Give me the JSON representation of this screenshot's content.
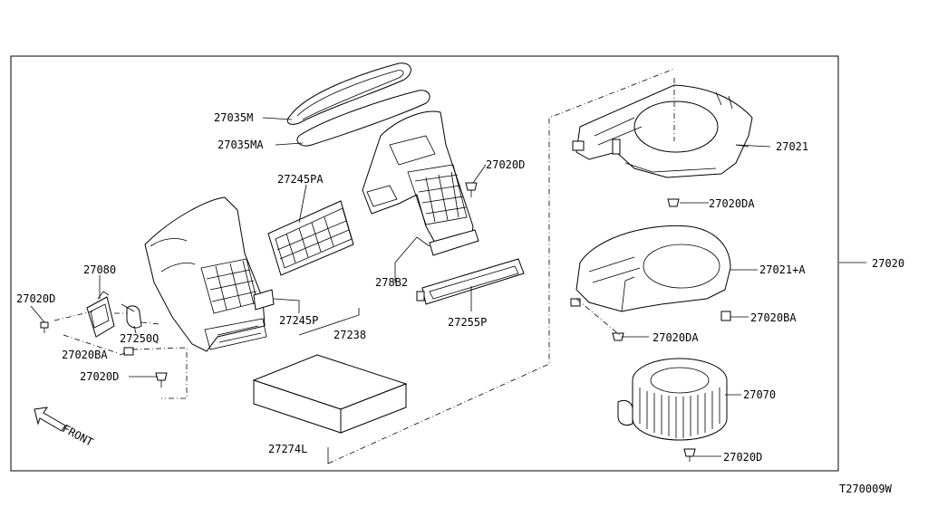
{
  "diagram": {
    "ref_code": "T270009W",
    "front_label": "FRONT",
    "parts": {
      "p27035M": "27035M",
      "p27035MA": "27035MA",
      "p27245PA": "27245PA",
      "p27020D_a": "27020D",
      "p27021": "27021",
      "p27020DA_a": "27020DA",
      "p27080": "27080",
      "p27020D_b": "27020D",
      "p27882": "278B2",
      "p27021A": "27021+A",
      "p27020": "27020",
      "p27245P": "27245P",
      "p27238": "27238",
      "p27255P": "27255P",
      "p27250Q": "27250Q",
      "p27020BA_a": "27020BA",
      "p27020DA_b": "27020DA",
      "p27020BA_b": "27020BA",
      "p27020D_c": "27020D",
      "p27070": "27070",
      "p27274L": "27274L",
      "p27020D_d": "27020D"
    }
  }
}
